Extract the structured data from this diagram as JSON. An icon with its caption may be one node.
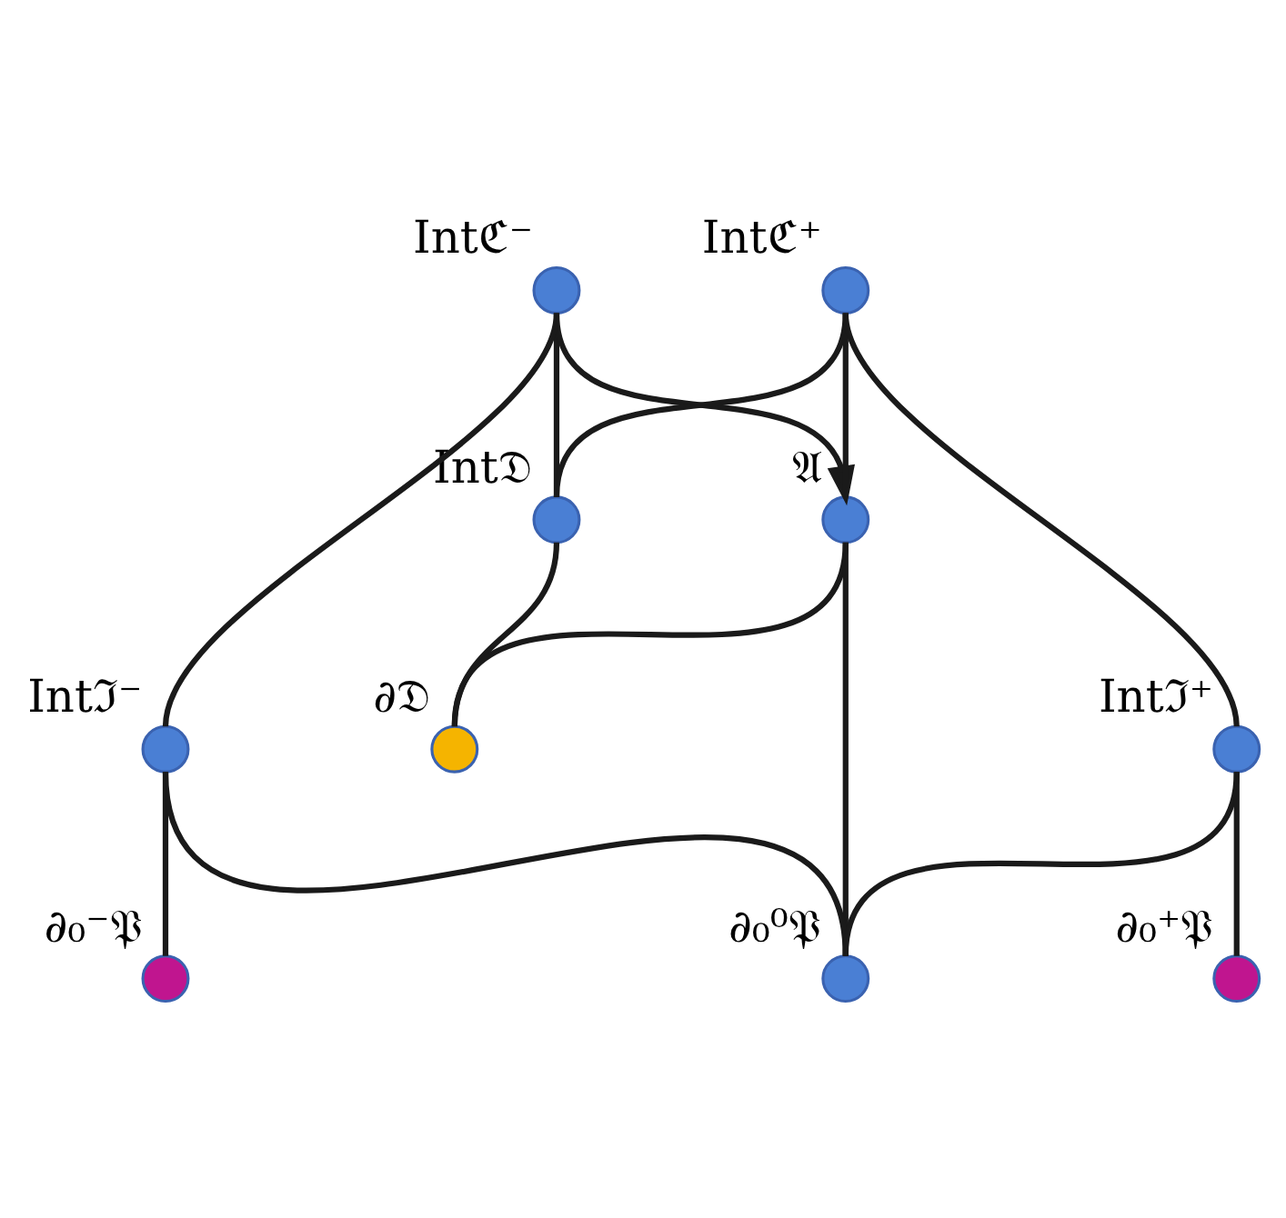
{
  "diagram": {
    "nodes": [
      {
        "text": [],
        "shape": "circle",
        "beside": [
          "Intℭ⁻"
        ]
      },
      {
        "text": [],
        "shape": "circle",
        "beside": [
          "Intℭ⁺"
        ]
      },
      {
        "text": [],
        "shape": "circle",
        "beside": [
          "Int𝔇"
        ]
      },
      {
        "text": [],
        "shape": "circle",
        "beside": [
          "𝔄"
        ]
      },
      {
        "text": [],
        "shape": "circle",
        "beside": [
          "∂𝔇"
        ]
      },
      {
        "text": [],
        "shape": "circle",
        "beside": [
          "Intℑ⁻"
        ]
      },
      {
        "text": [],
        "shape": "circle",
        "beside": [
          "Intℑ⁺"
        ]
      },
      {
        "text": [],
        "shape": "circle",
        "beside": [
          "∂₀⁻𝔓"
        ]
      },
      {
        "text": [],
        "shape": "circle",
        "beside": [
          "∂₀⁰𝔓"
        ]
      },
      {
        "text": [],
        "shape": "circle",
        "beside": [
          "∂₀⁺𝔓"
        ]
      }
    ],
    "edges": [
      {
        "from": 0,
        "to": 2,
        "arrow": "none"
      },
      {
        "from": 0,
        "to": 3,
        "arrow": "to"
      },
      {
        "from": 0,
        "to": 5,
        "arrow": "none"
      },
      {
        "from": 1,
        "to": 2,
        "arrow": "none"
      },
      {
        "from": 1,
        "to": 3,
        "arrow": "none"
      },
      {
        "from": 1,
        "to": 6,
        "arrow": "none"
      },
      {
        "from": 2,
        "to": 4,
        "arrow": "none"
      },
      {
        "from": 3,
        "to": 4,
        "arrow": "none"
      },
      {
        "from": 3,
        "to": 8,
        "arrow": "none"
      },
      {
        "from": 5,
        "to": 7,
        "arrow": "none"
      },
      {
        "from": 5,
        "to": 8,
        "arrow": "none"
      },
      {
        "from": 6,
        "to": 8,
        "arrow": "none"
      },
      {
        "from": 6,
        "to": 9,
        "arrow": "none"
      }
    ]
  }
}
